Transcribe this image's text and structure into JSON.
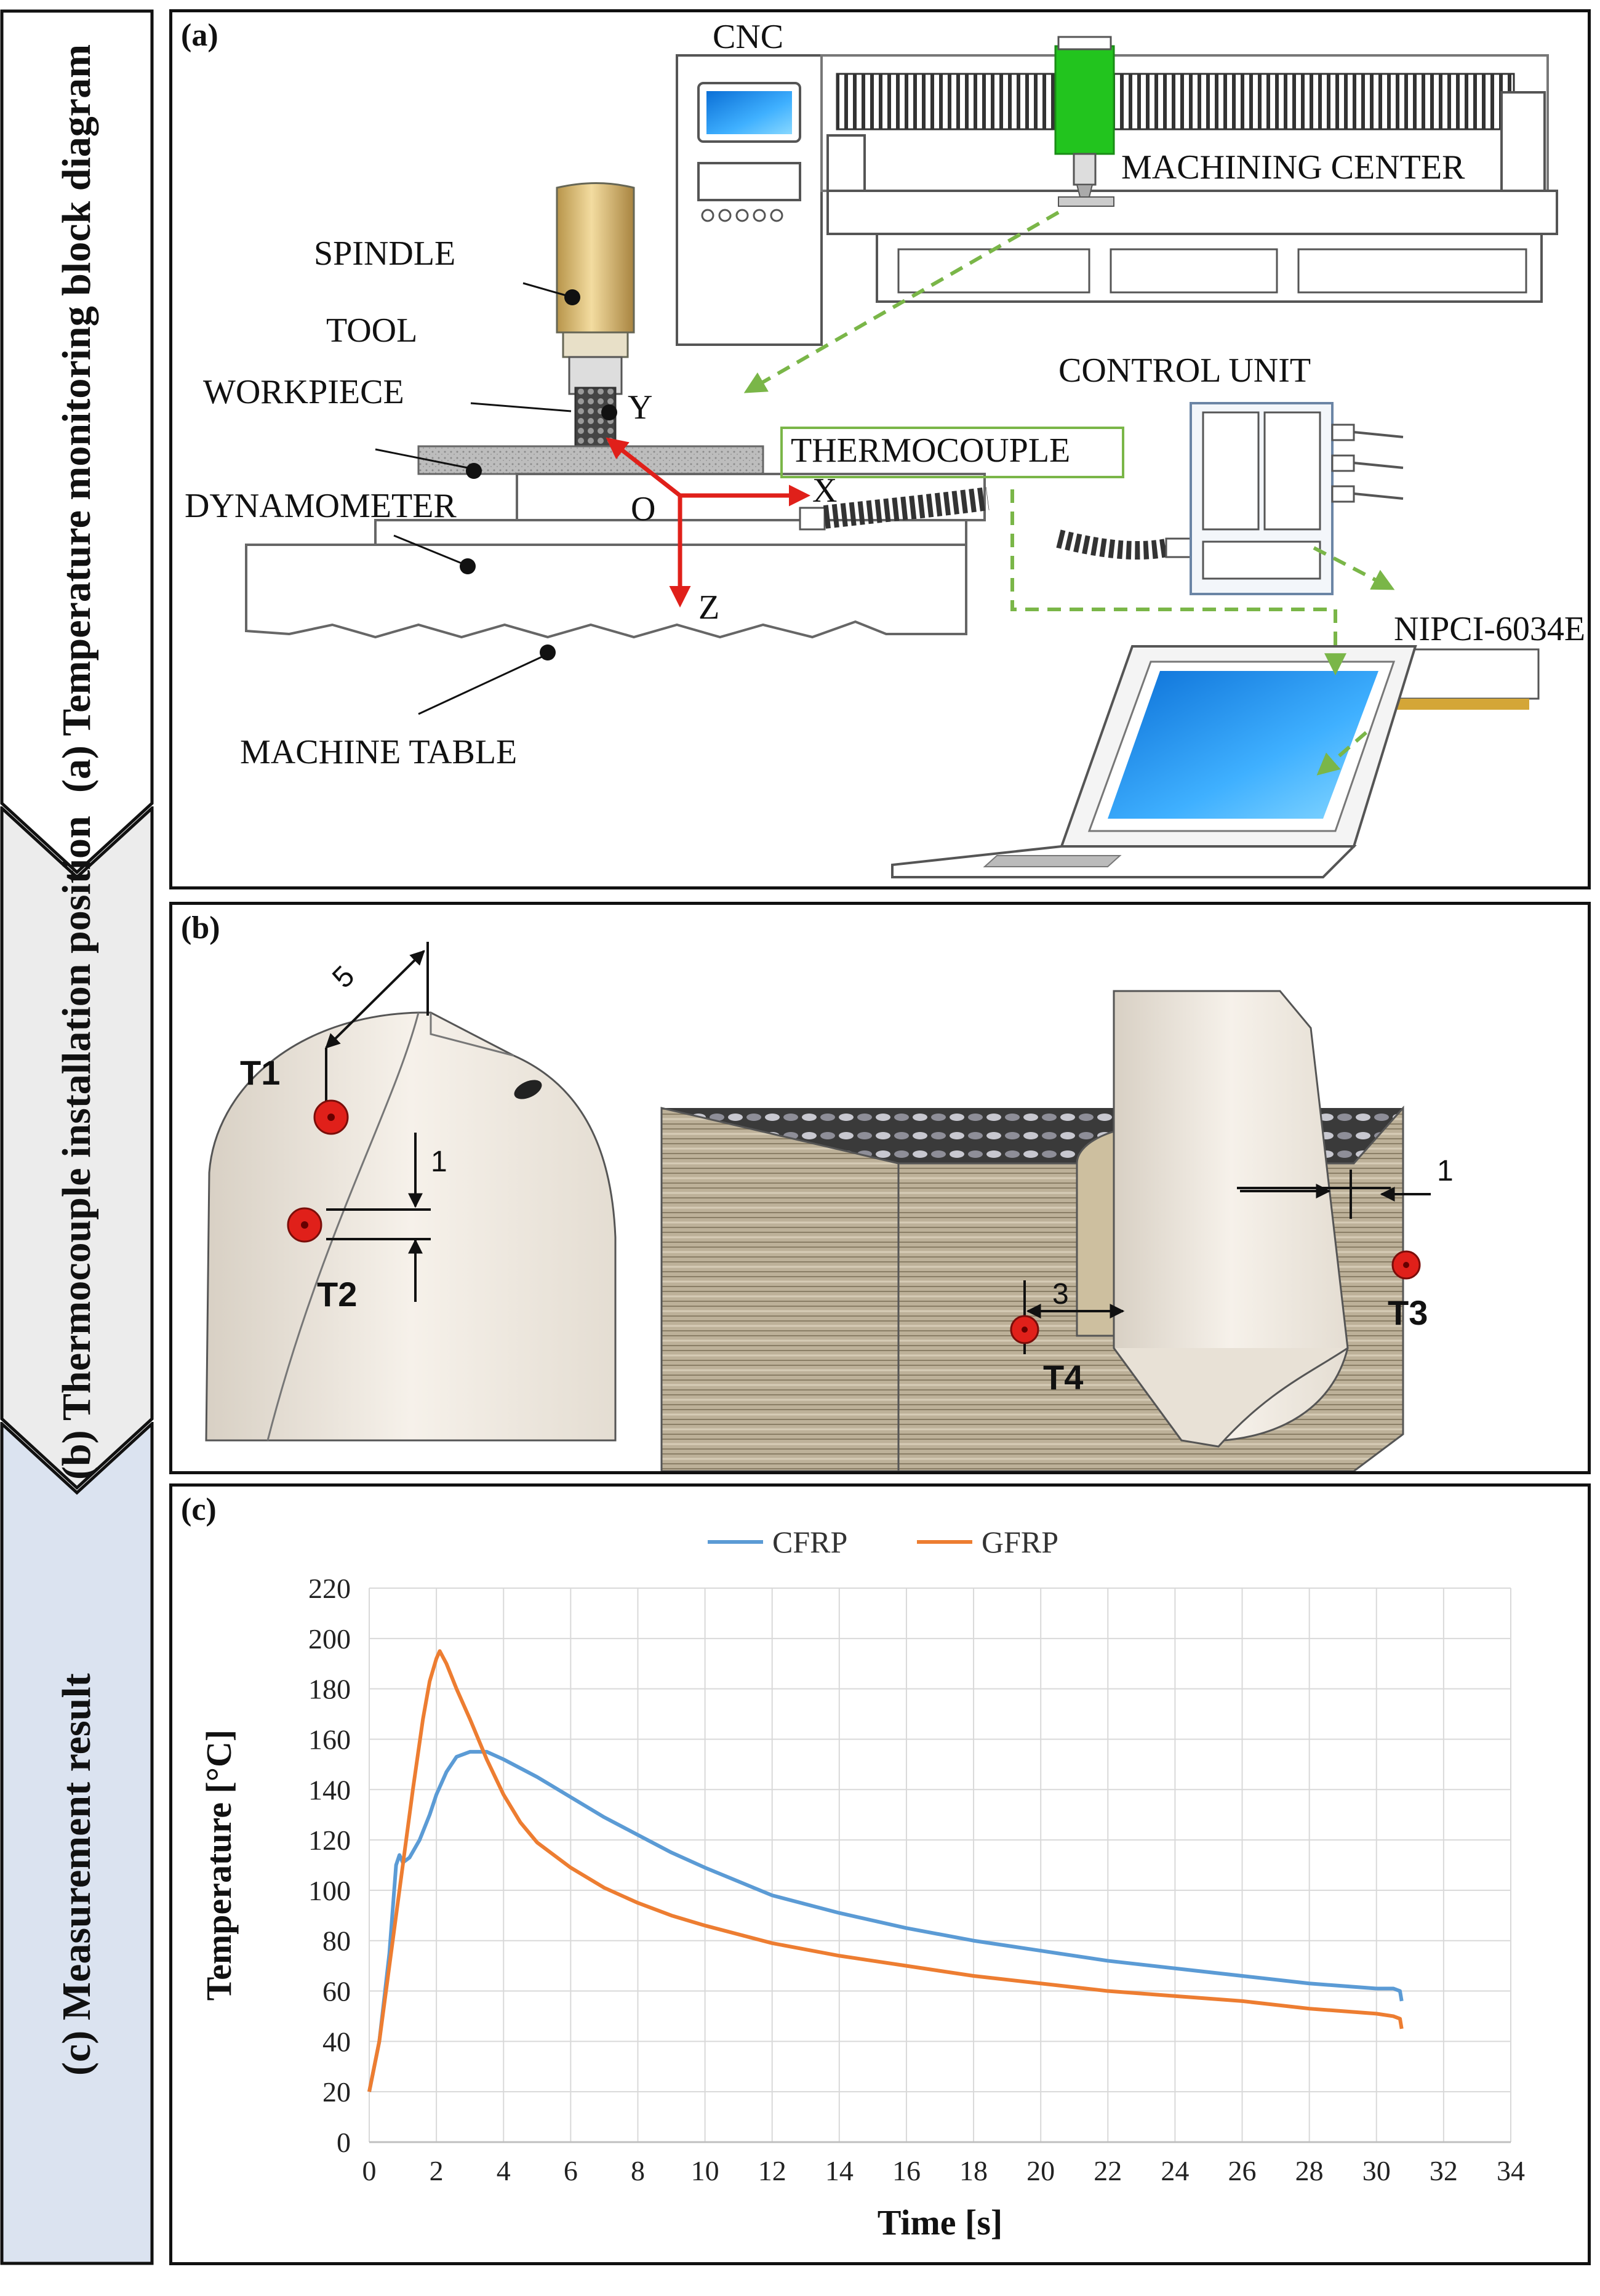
{
  "steps": [
    {
      "label": "(a) Temperature monitoring block diagram",
      "fill": "#ffffff"
    },
    {
      "label": "(b) Thermocouple installation position",
      "fill": "#ececec"
    },
    {
      "label": "(c) Measurement result",
      "fill": "#dbe3f0"
    }
  ],
  "panel_a": {
    "tag": "(a)",
    "labels": {
      "cnc": "CNC",
      "machining_center": "MACHINING CENTER",
      "spindle": "SPINDLE",
      "tool": "TOOL",
      "workpiece": "WORKPIECE",
      "dynamometer": "DYNAMOMETER",
      "machine_table": "MACHINE TABLE",
      "control_unit": "CONTROL UNIT",
      "thermocouple": "THERMOCOUPLE",
      "daq_card": "NIPCI-6034E",
      "axis_x": "X",
      "axis_y": "Y",
      "axis_z": "Z",
      "origin": "O"
    }
  },
  "panel_b": {
    "tag": "(b)",
    "points": [
      "T1",
      "T2",
      "T3",
      "T4"
    ],
    "dims": {
      "d5": "5",
      "d1a": "1",
      "d3": "3",
      "d1b": "1"
    }
  },
  "panel_c": {
    "tag": "(c)"
  },
  "chart_data": {
    "type": "line",
    "xlabel": "Time  [s]",
    "ylabel": "Temperature  [°C]",
    "xlim": [
      0,
      34
    ],
    "ylim": [
      0,
      220
    ],
    "xticks": [
      0,
      2,
      4,
      6,
      8,
      10,
      12,
      14,
      16,
      18,
      20,
      22,
      24,
      26,
      28,
      30,
      32,
      34
    ],
    "yticks": [
      0,
      20,
      40,
      60,
      80,
      100,
      120,
      140,
      160,
      180,
      200,
      220
    ],
    "grid": true,
    "legend": "top-center",
    "series": [
      {
        "name": "CFRP",
        "color": "#5b9bd5",
        "x": [
          0,
          0.3,
          0.6,
          0.8,
          0.9,
          1.0,
          1.2,
          1.5,
          1.8,
          2.0,
          2.3,
          2.6,
          3.0,
          3.5,
          4.0,
          5.0,
          6.0,
          7.0,
          8.0,
          9.0,
          10.0,
          12.0,
          14.0,
          16.0,
          18.0,
          20.0,
          22.0,
          24.0,
          26.0,
          28.0,
          29.0,
          30.0,
          30.5,
          30.7,
          30.75
        ],
        "y": [
          20,
          40,
          75,
          110,
          114,
          111,
          113,
          120,
          130,
          138,
          147,
          153,
          155,
          155,
          152,
          145,
          137,
          129,
          122,
          115,
          109,
          98,
          91,
          85,
          80,
          76,
          72,
          69,
          66,
          63,
          62,
          61,
          61,
          60,
          56
        ]
      },
      {
        "name": "GFRP",
        "color": "#ed7d31",
        "x": [
          0,
          0.3,
          0.6,
          1.0,
          1.3,
          1.6,
          1.8,
          2.0,
          2.1,
          2.3,
          2.6,
          3.0,
          3.5,
          4.0,
          4.5,
          5.0,
          6.0,
          7.0,
          8.0,
          9.0,
          10.0,
          12.0,
          14.0,
          16.0,
          18.0,
          20.0,
          22.0,
          24.0,
          26.0,
          28.0,
          30.0,
          30.5,
          30.7,
          30.75
        ],
        "y": [
          20,
          40,
          70,
          110,
          140,
          168,
          183,
          192,
          195,
          190,
          180,
          168,
          152,
          138,
          127,
          119,
          109,
          101,
          95,
          90,
          86,
          79,
          74,
          70,
          66,
          63,
          60,
          58,
          56,
          53,
          51,
          50,
          49,
          45
        ]
      }
    ]
  }
}
